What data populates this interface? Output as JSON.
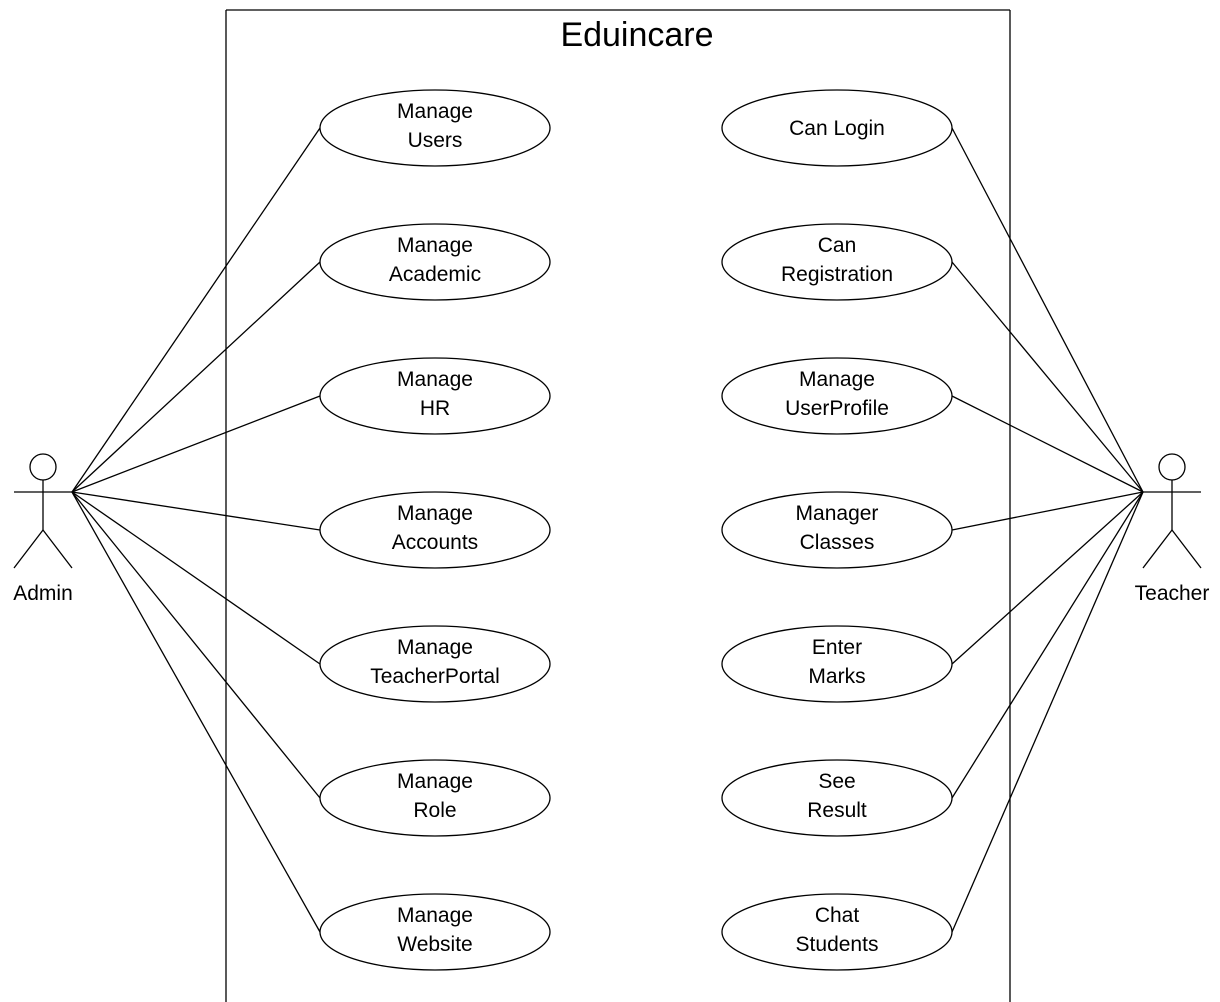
{
  "system": {
    "title": "Eduincare"
  },
  "actors": {
    "admin": {
      "label": "Admin"
    },
    "teacher": {
      "label": "Teacher"
    }
  },
  "admin_use_cases": [
    {
      "line1": "Manage",
      "line2": "Users"
    },
    {
      "line1": "Manage",
      "line2": "Academic"
    },
    {
      "line1": "Manage",
      "line2": "HR"
    },
    {
      "line1": "Manage",
      "line2": "Accounts"
    },
    {
      "line1": "Manage",
      "line2": "TeacherPortal"
    },
    {
      "line1": "Manage",
      "line2": "Role"
    },
    {
      "line1": "Manage",
      "line2": "Website"
    }
  ],
  "teacher_use_cases": [
    {
      "line1": "Can Login",
      "line2": ""
    },
    {
      "line1": "Can",
      "line2": "Registration"
    },
    {
      "line1": "Manage",
      "line2": "UserProfile"
    },
    {
      "line1": "Manager",
      "line2": "Classes"
    },
    {
      "line1": "Enter",
      "line2": "Marks"
    },
    {
      "line1": "See",
      "line2": "Result"
    },
    {
      "line1": "Chat",
      "line2": "Students"
    }
  ]
}
